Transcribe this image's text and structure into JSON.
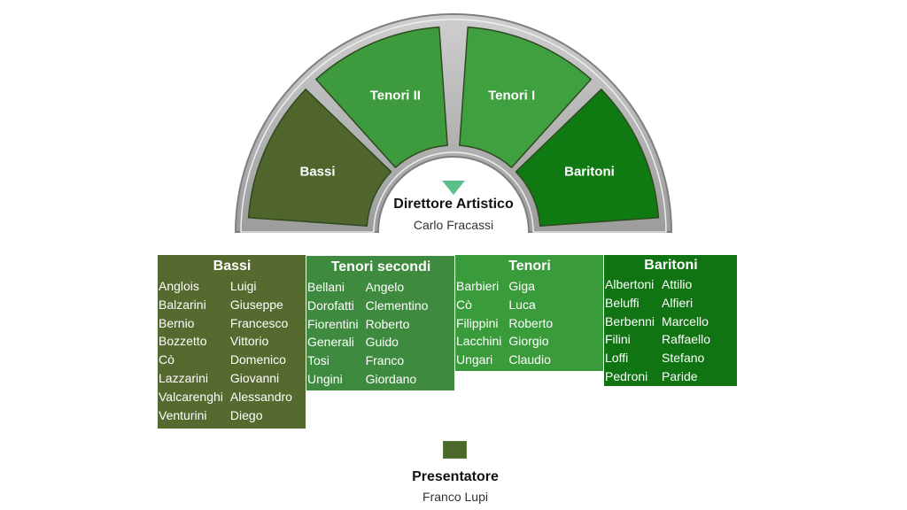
{
  "stage": {
    "segments": [
      {
        "id": "bassi",
        "label": "Bassi",
        "color": "#4f652c"
      },
      {
        "id": "tenori-ii",
        "label": "Tenori II",
        "color": "#3d9a3d"
      },
      {
        "id": "tenori-i",
        "label": "Tenori I",
        "color": "#3fa03f"
      },
      {
        "id": "baritoni",
        "label": "Baritoni",
        "color": "#0f7a12"
      }
    ],
    "director": {
      "title": "Direttore Artistico",
      "name": "Carlo Fracassi"
    }
  },
  "sections": {
    "bassi": {
      "title": "Bassi",
      "color": "#546a2f",
      "members": [
        [
          "Anglois",
          "Luigi"
        ],
        [
          "Balzarini",
          "Giuseppe"
        ],
        [
          "Bernio",
          "Francesco"
        ],
        [
          "Bozzetto",
          "Vittorio"
        ],
        [
          "Cò",
          "Domenico"
        ],
        [
          "Lazzarini",
          "Giovanni"
        ],
        [
          "Valcarenghi",
          "Alessandro"
        ],
        [
          "Venturini",
          "Diego"
        ]
      ]
    },
    "tenori_secondi": {
      "title": "Tenori secondi",
      "color": "#3e8a3e",
      "members": [
        [
          "Bellani",
          "Angelo"
        ],
        [
          "Dorofatti",
          "Clementino"
        ],
        [
          "Fiorentini",
          "Roberto"
        ],
        [
          "Generali",
          "Guido"
        ],
        [
          "Tosi",
          "Franco"
        ],
        [
          "Ungini",
          "Giordano"
        ]
      ]
    },
    "tenori": {
      "title": "Tenori",
      "color": "#3a9b3a",
      "members": [
        [
          "Barbieri",
          "Giga"
        ],
        [
          "Cò",
          "Luca"
        ],
        [
          "Filippini",
          "Roberto"
        ],
        [
          "Lacchini",
          "Giorgio"
        ],
        [
          "Ungari",
          "Claudio"
        ]
      ]
    },
    "baritoni": {
      "title": "Baritoni",
      "color": "#0f7411",
      "members": [
        [
          "Albertoni",
          "Attilio"
        ],
        [
          "Beluffi",
          "Alfieri"
        ],
        [
          "Berbenni",
          "Marcello"
        ],
        [
          "Filini",
          "Raffaello"
        ],
        [
          "Loffi",
          "Stefano"
        ],
        [
          "Pedroni",
          "Paride"
        ]
      ]
    }
  },
  "presenter": {
    "title": "Presentatore",
    "name": "Franco Lupi",
    "swatch_color": "#4a6a2c"
  }
}
